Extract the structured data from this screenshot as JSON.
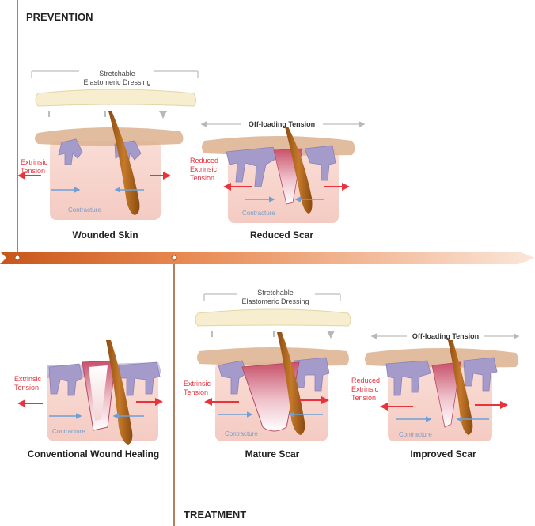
{
  "headings": {
    "prevention": "PREVENTION",
    "treatment": "TREATMENT"
  },
  "colors": {
    "tension_arrow": "#e8323c",
    "contracture_arrow": "#6e9fd6",
    "label_red": "#e8323c",
    "contracture_text": "#7a9cc8",
    "timeline": "#d2691e",
    "skin": "#f8d6cf",
    "epidermis": "#dcb08e",
    "papillae": "#a59bcb",
    "hair": "#b5651d",
    "dressing": "#f7edcf"
  },
  "panels": [
    {
      "id": "wounded-skin",
      "title": "Wounded Skin",
      "tension_label": [
        "Extrinsic",
        "Tension"
      ],
      "contracture": "Contracture",
      "dressing_label": [
        "Stretchable",
        "Elastomeric Dressing"
      ]
    },
    {
      "id": "reduced-scar",
      "title": "Reduced Scar",
      "tension_label": [
        "Reduced",
        "Extrinsic",
        "Tension"
      ],
      "contracture": "Contracture",
      "offload_label": "Off-loading Tension"
    },
    {
      "id": "conventional-wound-healing",
      "title": "Conventional Wound Healing",
      "tension_label": [
        "Extrinsic",
        "Tension"
      ],
      "contracture": "Contracture"
    },
    {
      "id": "mature-scar",
      "title": "Mature Scar",
      "tension_label": [
        "Extrinsic",
        "Tension"
      ],
      "contracture": "Contracture",
      "dressing_label": [
        "Stretchable",
        "Elastomeric Dressing"
      ]
    },
    {
      "id": "improved-scar",
      "title": "Improved Scar",
      "tension_label": [
        "Reduced",
        "Extrinsic",
        "Tension"
      ],
      "contracture": "Contracture",
      "offload_label": "Off-loading Tension"
    }
  ]
}
